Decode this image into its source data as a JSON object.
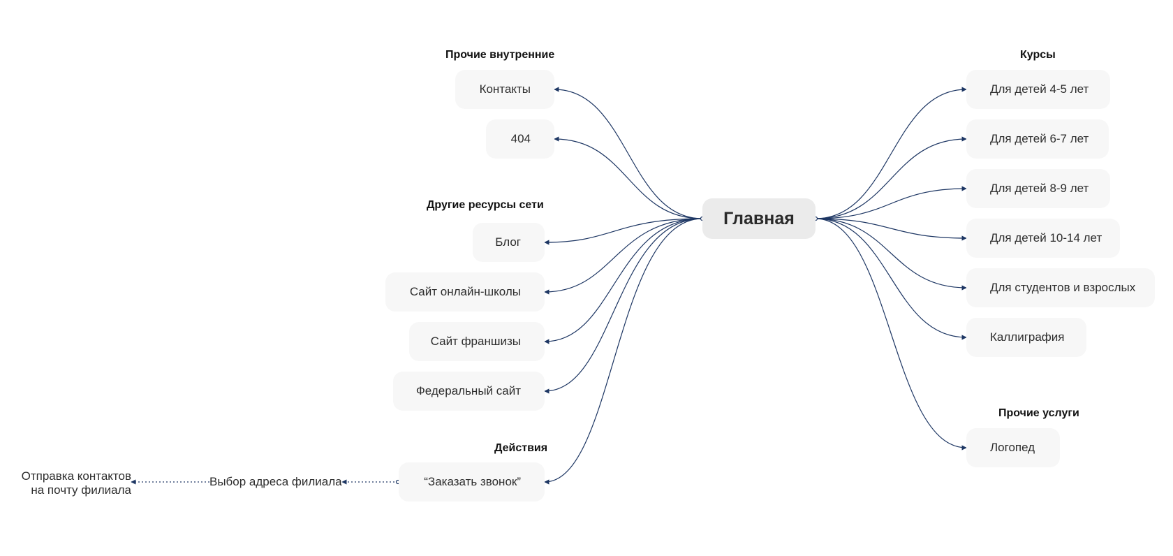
{
  "center": {
    "label": "Главная"
  },
  "left_groups": {
    "internal": {
      "title": "Прочие внутренние",
      "items": [
        "Контакты",
        "404"
      ]
    },
    "network": {
      "title": "Другие ресурсы сети",
      "items": [
        "Блог",
        "Сайт онлайн-школы",
        "Сайт франшизы",
        "Федеральный сайт"
      ]
    },
    "actions": {
      "title": "Действия",
      "items": [
        "“Заказать звонок”"
      ]
    }
  },
  "right_groups": {
    "courses": {
      "title": "Курсы",
      "items": [
        "Для детей 4-5 лет",
        "Для детей 6-7 лет",
        "Для детей 8-9 лет",
        "Для детей 10-14 лет",
        "Для студентов и взрослых",
        "Каллиграфия"
      ]
    },
    "services": {
      "title": "Прочие услуги",
      "items": [
        "Логопед"
      ]
    }
  },
  "flow": {
    "step1": "Выбор адреса филиала",
    "step2_line1": "Отправка контактов",
    "step2_line2": "на почту филиала"
  },
  "colors": {
    "connector": "#1d3663",
    "node_bg": "#f7f7f7",
    "center_bg": "#ebebeb"
  }
}
